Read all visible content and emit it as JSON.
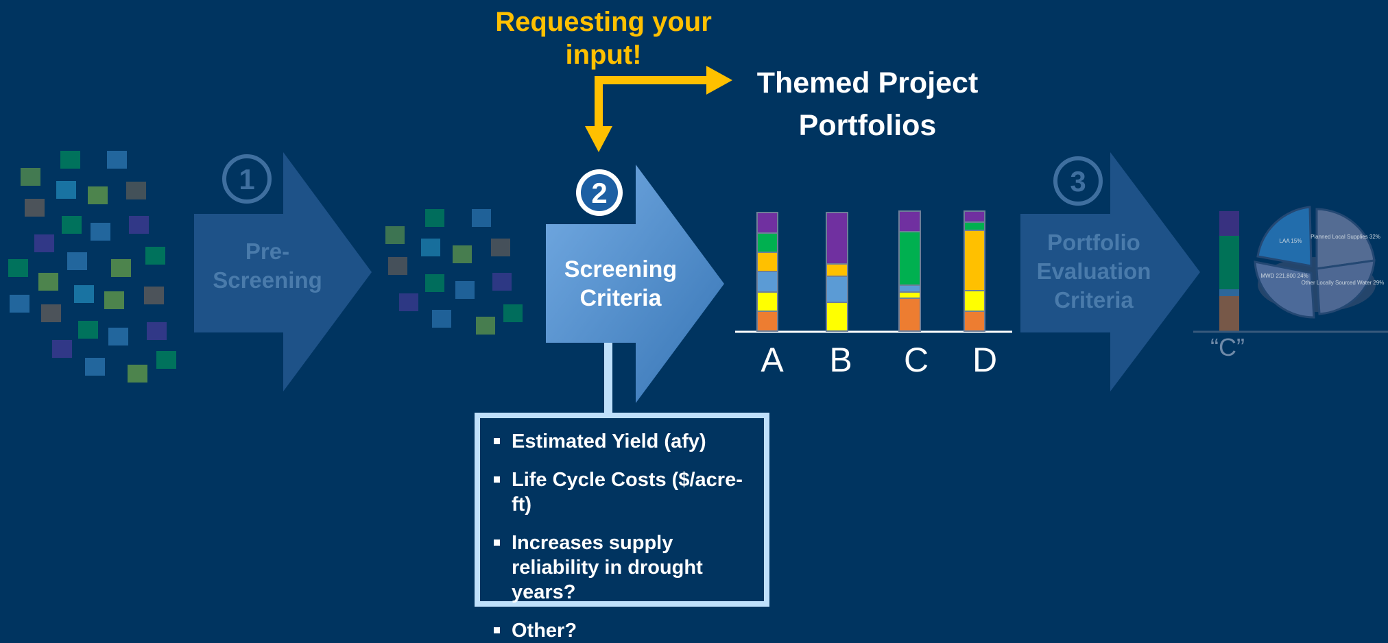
{
  "callout": {
    "request_text": "Requesting your input!",
    "portfolios_text": "Themed Project Portfolios",
    "arrow_color": "#ffc000"
  },
  "steps": [
    {
      "number": "1",
      "label": "Pre-Screening",
      "state": "dimmed"
    },
    {
      "number": "2",
      "label": "Screening Criteria",
      "state": "active"
    },
    {
      "number": "3",
      "label": "Portfolio Evaluation Criteria",
      "state": "dimmed"
    }
  ],
  "portfolio_bars": {
    "colors": {
      "purple": "#7030a0",
      "green": "#00b050",
      "gold": "#ffc000",
      "blue": "#5b9bd5",
      "yellow": "#ffff00",
      "orange": "#ed7d31"
    },
    "letters": [
      "A",
      "B",
      "C",
      "D"
    ]
  },
  "criteria": {
    "items": [
      "Estimated Yield (afy)",
      "Life Cycle Costs ($/acre-ft)",
      "Increases supply reliability in drought years?",
      "Other?"
    ]
  },
  "evaluation_result": {
    "label": "“C”",
    "pie_labels": [
      "Planned Local Supplies 32%",
      "LAA 15%",
      "MWD 221,800 24%",
      "Other Locally Sourced Water 29%"
    ]
  }
}
